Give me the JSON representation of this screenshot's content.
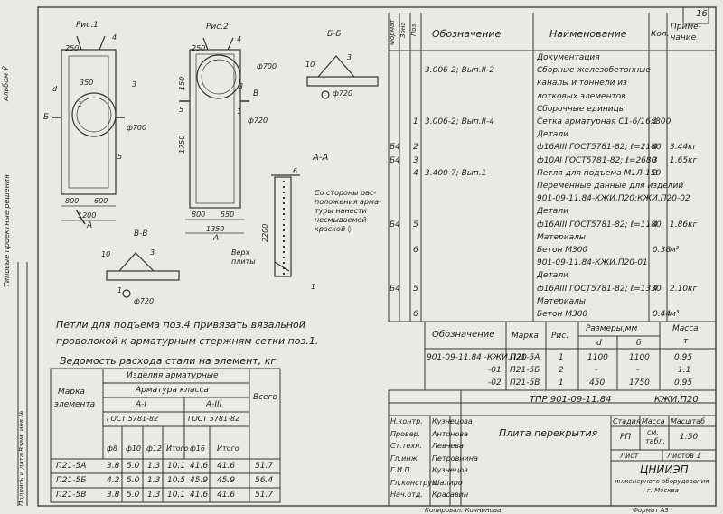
{
  "sheet": {
    "number": "16",
    "album": "Альбом Ӯ",
    "series_side": "Типовые проектные решения",
    "stamp_side": "Подпись и дата  Взам. инв.№"
  },
  "drawings": {
    "fig1": {
      "title": "Рис.1",
      "d1": "250",
      "d2": "4",
      "d3": "3",
      "d4": "350",
      "d5": "1",
      "d6": "ф700",
      "d7": "d",
      "d8": "5",
      "sec_b": "Б",
      "sec_a": "А",
      "w1": "800",
      "w2": "600",
      "w3": "1200"
    },
    "fig2": {
      "title": "Рис.2",
      "d1": "250",
      "d2": "4",
      "d3": "ф700",
      "d4": "150",
      "d5": "3",
      "d6": "1750",
      "d7": "5",
      "d8": "1",
      "d9": "ф720",
      "sec_b": "В",
      "sec_a": "А",
      "w1": "800",
      "w2": "550",
      "w3": "1350"
    },
    "bb": {
      "title": "Б-Б",
      "d1": "10",
      "d2": "3",
      "d3": "ф720"
    },
    "aa": {
      "title": "А-А",
      "d1": "6",
      "d2": "2200",
      "note": [
        "Со стороны рас-",
        "положения арма-",
        "туры нанести",
        "несмываемой",
        "краской ◊"
      ],
      "verh": [
        "Верх",
        "плиты"
      ],
      "n1": "1"
    },
    "vv": {
      "title": "В-В",
      "d1": "10",
      "d2": "3",
      "d3": "1",
      "d4": "ф720"
    }
  },
  "instructions": [
    "Петли для подъема поз.4 привязать вязальной",
    "проволокой к арматурным стержням сетки поз.1."
  ],
  "steel": {
    "title": "Ведомость расхода стали на элемент, кг",
    "h_izd": "Изделия арматурные",
    "h_cls": "Арматура класса",
    "h_mark": [
      "Марка",
      "элемента"
    ],
    "h_total": "Всего",
    "a1": "А-I",
    "a3": "А-III",
    "gost1": "ГОСТ 5781-82",
    "gost3": "ГОСТ 5781-82",
    "cols": [
      "ф8",
      "ф10",
      "ф12",
      "Итого",
      "ф16",
      "Итого"
    ],
    "rows": [
      [
        "П21-5А",
        "3.8",
        "5.0",
        "1.3",
        "10.1",
        "41.6",
        "41.6",
        "51.7"
      ],
      [
        "П21-5Б",
        "4.2",
        "5.0",
        "1.3",
        "10.5",
        "45.9",
        "45.9",
        "56.4"
      ],
      [
        "П21-5В",
        "3.8",
        "5.0",
        "1.3",
        "10.1",
        "41.6",
        "41.6",
        "51.7"
      ]
    ]
  },
  "spec": {
    "head": {
      "format": "Формат",
      "zone": "Зона",
      "pos": "Поз.",
      "oboz": "Обозначение",
      "naim": "Наименование",
      "kol": "Кол.",
      "prim": [
        "Приме-",
        "чание"
      ]
    },
    "rows": [
      {
        "f": "",
        "p": "",
        "o": "",
        "n": "Документация",
        "k": "",
        "r": ""
      },
      {
        "f": "",
        "p": "",
        "o": "3.006-2; Вып.II-2",
        "n": "Сборные железобетонные",
        "k": "",
        "r": ""
      },
      {
        "f": "",
        "p": "",
        "o": "",
        "n": "каналы и тоннели из",
        "k": "",
        "r": ""
      },
      {
        "f": "",
        "p": "",
        "o": "",
        "n": "лотковых элементов",
        "k": "",
        "r": ""
      },
      {
        "f": "",
        "p": "",
        "o": "",
        "n": "Сборочные единицы",
        "k": "",
        "r": ""
      },
      {
        "f": "",
        "p": "1",
        "o": "3.006-2; Вып.II-4",
        "n": "Сетка арматурная С1-6/16х800",
        "k": "1",
        "r": ""
      },
      {
        "f": "",
        "p": "",
        "o": "",
        "n": "Детали",
        "k": "",
        "r": ""
      },
      {
        "f": "Б4",
        "p": "2",
        "o": "",
        "n": "ф16АIII ГОСТ5781-82; ℓ=2180",
        "k": "4",
        "r": "3.44кг"
      },
      {
        "f": "Б4",
        "p": "3",
        "o": "",
        "n": "ф10АI ГОСТ5781-82; ℓ=2680",
        "k": "3",
        "r": "1.65кг"
      },
      {
        "f": "",
        "p": "4",
        "o": "3.400-7; Вып.1",
        "n": "Петля для подъема М1Л-150",
        "k": "2",
        "r": ""
      },
      {
        "f": "",
        "p": "",
        "o": "",
        "n": "Переменные данные для изделий",
        "k": "",
        "r": ""
      },
      {
        "f": "",
        "p": "",
        "o": "",
        "n": "901-09-11.84-КЖИ.П20;КЖИ.П20-02",
        "k": "",
        "r": ""
      },
      {
        "f": "",
        "p": "",
        "o": "",
        "n": "Детали",
        "k": "",
        "r": ""
      },
      {
        "f": "Б4",
        "p": "5",
        "o": "",
        "n": "ф16АIII ГОСТ5781-82; ℓ=1180",
        "k": "4",
        "r": "1.86кг"
      },
      {
        "f": "",
        "p": "",
        "o": "",
        "n": "Материалы",
        "k": "",
        "r": ""
      },
      {
        "f": "",
        "p": "6",
        "o": "",
        "n": "Бетон М300",
        "k": "0.38",
        "r": "м³"
      },
      {
        "f": "",
        "p": "",
        "o": "",
        "n": "901-09-11.84-КЖИ.П20-01",
        "k": "",
        "r": ""
      },
      {
        "f": "",
        "p": "",
        "o": "",
        "n": "Детали",
        "k": "",
        "r": ""
      },
      {
        "f": "Б4",
        "p": "5",
        "o": "",
        "n": "ф16АIII ГОСТ5781-82; ℓ=1330",
        "k": "4",
        "r": "2.10кг"
      },
      {
        "f": "",
        "p": "",
        "o": "",
        "n": "Материалы",
        "k": "",
        "r": ""
      },
      {
        "f": "",
        "p": "6",
        "o": "",
        "n": "Бетон М300",
        "k": "0.44",
        "r": "м³"
      }
    ]
  },
  "marks": {
    "head": {
      "oboz": "Обозначение",
      "marka": "Марка",
      "ris": "Рис.",
      "razm": "Размеры,мм",
      "d": "d",
      "b": "б",
      "massa": "Масса",
      "t": "т"
    },
    "rows": [
      [
        "901-09-11.84  -КЖИ.П20",
        "П21-5А",
        "1",
        "1100",
        "1100",
        "0.95"
      ],
      [
        "-01",
        "П21-5Б",
        "2",
        "-",
        "-",
        "1.1"
      ],
      [
        "-02",
        "П21-5В",
        "1",
        "450",
        "1750",
        "0.95"
      ]
    ]
  },
  "title_block": {
    "code": "ТПР 901-09-11.84",
    "doc": "КЖИ.П20",
    "name": "Плита перекрытия",
    "stadia_h": "Стадия",
    "massa_h": "Масса",
    "masshtab_h": "Масштаб",
    "stadia": "РП",
    "massa": [
      "см.",
      "табл."
    ],
    "masshtab": "1:50",
    "list": "Лист",
    "listov": "Листов 1",
    "org": "ЦНИИЭП",
    "org_sub": [
      "инженерного оборудования",
      "г. Москва"
    ],
    "signers": [
      [
        "Н.контр.",
        "Кузнецова"
      ],
      [
        "Провер.",
        "Антонова"
      ],
      [
        "Ст.техн.",
        "Левчева"
      ],
      [
        "Гл.инж.",
        "Петровнина"
      ],
      [
        "Г.И.П.",
        "Кузнецов"
      ],
      [
        "Гл.конструк.",
        "Шалиро"
      ],
      [
        "Нач.отд.",
        "Красавин"
      ]
    ],
    "copied": "Копировал: Кочнинова",
    "format": "Формат А3"
  }
}
